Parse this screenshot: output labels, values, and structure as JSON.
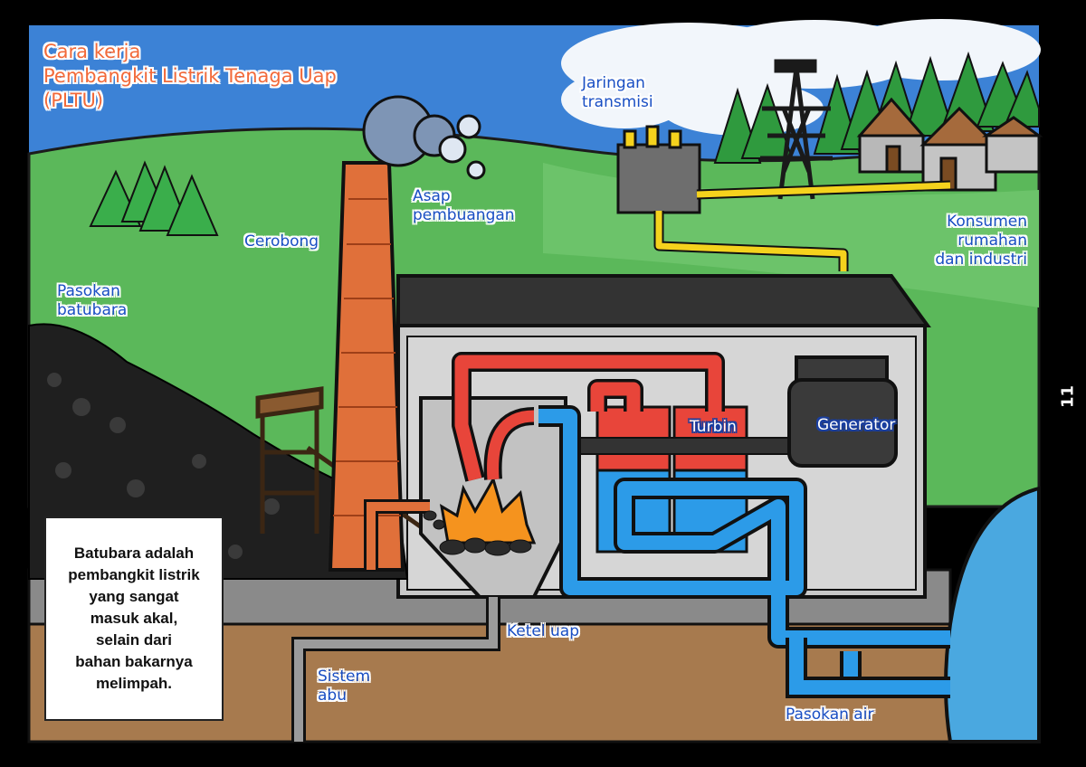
{
  "title": {
    "line1": "Cara kerja",
    "line2": "Pembangkit Listrik Tenaga Uap",
    "line3": "(PLTU)"
  },
  "labels": {
    "jaringan": [
      "Jaringan",
      "transmisi"
    ],
    "asap": [
      "Asap",
      "pembuangan"
    ],
    "cerobong": "Cerobong",
    "pasokan_batubara": [
      "Pasokan",
      "batubara"
    ],
    "konsumen": [
      "Konsumen",
      "rumahan",
      "dan industri"
    ],
    "turbin": "Turbin",
    "generator": "Generator",
    "ketel_uap": "Ketel uap",
    "sistem_abu": [
      "Sistem",
      "abu"
    ],
    "pasokan_air": "Pasokan air"
  },
  "note": {
    "lines": [
      "Batubara adalah",
      "pembangkit listrik",
      "yang sangat",
      "masuk akal,",
      "selain dari",
      "bahan bakarnya",
      "melimpah."
    ]
  },
  "page_number": "11",
  "colors": {
    "sky": "#3c82d6",
    "grass": "#5bb85a",
    "ground": "#a77a4e",
    "building": "#c9c9c9",
    "roof": "#333333",
    "steam_pipe": "#e8453a",
    "water_pipe": "#2c9be8",
    "power_line": "#f5d21d",
    "chimney": "#e0703a",
    "coal": "#222222",
    "fire": "#f5931e",
    "water": "#4aa8e0",
    "title_text": "#f26a3a",
    "label_text": "#1a4fc4"
  },
  "icons": [
    "transmission-tower-icon",
    "transformer-icon",
    "house-icon",
    "tree-icon",
    "fire-icon",
    "smoke-icon"
  ]
}
